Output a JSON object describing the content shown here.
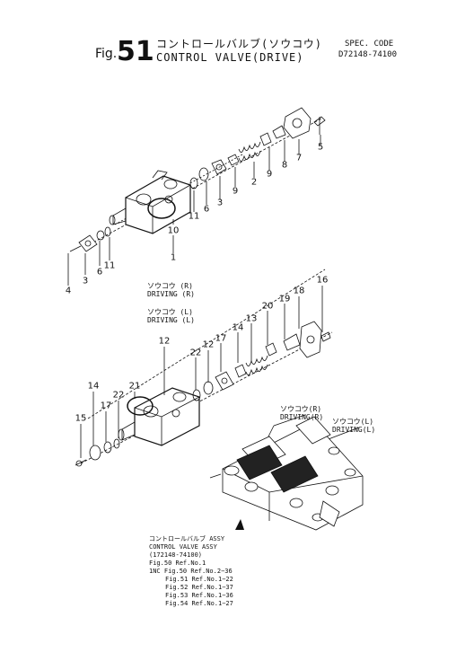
{
  "header": {
    "fig_prefix": "Fig.",
    "fig_number": "51",
    "title_jp": "コントロールバルブ(ソウコウ)",
    "title_en": "CONTROL VALVE(DRIVE)",
    "spec_label": "SPEC. CODE",
    "spec_code": "D72148-74100"
  },
  "labels": {
    "driving_r_jp": "ソウコウ (R)",
    "driving_r_en": "DRIVING (R)",
    "driving_l_jp": "ソウコウ (L)",
    "driving_l_en": "DRIVING (L)",
    "assy_r_jp": "ソウコウ(R)",
    "assy_r_en": "DRIVING(R)",
    "assy_l_jp": "ソウコウ(L)",
    "assy_l_en": "DRIVING(L)"
  },
  "callouts": {
    "top": [
      "5",
      "7",
      "8",
      "9",
      "2",
      "9",
      "3",
      "6",
      "11",
      "10",
      "1",
      "4",
      "3",
      "6",
      "11"
    ],
    "bottom": [
      "16",
      "18",
      "19",
      "20",
      "13",
      "14",
      "17",
      "12",
      "22",
      "21",
      "22",
      "17",
      "14",
      "15"
    ]
  },
  "assembly_note": {
    "line1": "コントロールバルブ ASSY",
    "line2": "CONTROL VALVE ASSY",
    "line3": "(172148-74100)",
    "line4": "Fig.50 Ref.No.1",
    "line5": "1NC Fig.50 Ref.No.2−36",
    "line6": "Fig.51 Ref.No.1−22",
    "line7": "Fig.52 Ref.No.1−37",
    "line8": "Fig.53 Ref.No.1−36",
    "line9": "Fig.54 Ref.No.1−27"
  }
}
